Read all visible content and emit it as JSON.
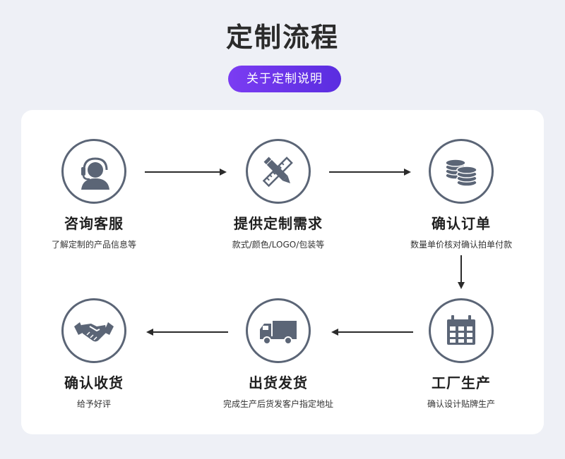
{
  "title": "定制流程",
  "pill_label": "关于定制说明",
  "steps": [
    {
      "title": "咨询客服",
      "desc": "了解定制的产品信息等",
      "icon": "customer-service-icon"
    },
    {
      "title": "提供定制需求",
      "desc": "款式/颜色/LOGO/包装等",
      "icon": "design-tools-icon"
    },
    {
      "title": "确认订单",
      "desc": "数量单价核对确认拍单付款",
      "icon": "coins-icon"
    },
    {
      "title": "工厂生产",
      "desc": "确认设计贴牌生产",
      "icon": "calendar-icon"
    },
    {
      "title": "出货发货",
      "desc": "完成生产后货发客户指定地址",
      "icon": "truck-icon"
    },
    {
      "title": "确认收货",
      "desc": "给予好评",
      "icon": "handshake-icon"
    }
  ],
  "colors": {
    "icon": "#5b6576",
    "accent_start": "#7b3cf2",
    "accent_end": "#5a2de0"
  }
}
